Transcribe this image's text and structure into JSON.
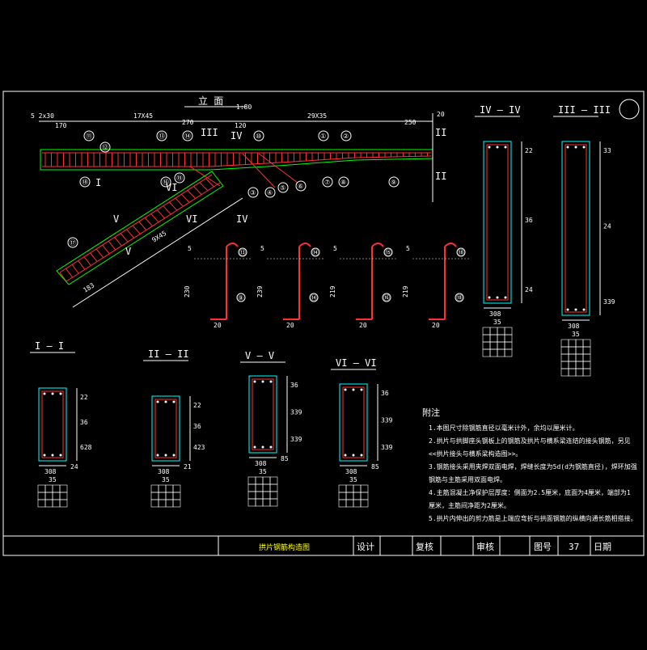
{
  "frame": {
    "title_block": {
      "drawing_name": "拱片钢筋构造图",
      "design_label": "设计",
      "review_label": "复核",
      "approve_label": "审核",
      "drawing_no_label": "图号",
      "drawing_no": "37",
      "date_label": "日期"
    }
  },
  "elevation": {
    "title": "立 面",
    "scale": "1:80",
    "dims": {
      "d_5_2x30": "5 2x30",
      "d_170": "170",
      "d_17x45": "17X45",
      "d_120": "120",
      "d_29x35": "29X35",
      "d_250": "250",
      "d_20": "20",
      "d_270": "270",
      "d_95x45": "9X45",
      "d_183": "183"
    },
    "cut_marks": {
      "I": "I",
      "II": "II",
      "III": "III",
      "IV": "IV",
      "V": "V",
      "VI": "VI"
    },
    "callouts": [
      "①",
      "②",
      "③",
      "④",
      "⑤",
      "⑥",
      "⑦",
      "⑧",
      "⑨",
      "⑩",
      "⑪",
      "⑫",
      "⑬",
      "⑭",
      "⑮",
      "⑯",
      "⑰",
      "⑱"
    ]
  },
  "bar_details": [
    {
      "dim_top": "5",
      "dim_side": "230",
      "dim_bottom": "20",
      "tag": "⑬",
      "tag2": "⑨"
    },
    {
      "dim_top": "5",
      "dim_side": "239",
      "dim_bottom": "20",
      "tag": "⑭",
      "tag2": "⑭"
    },
    {
      "dim_top": "5",
      "dim_side": "219",
      "dim_bottom": "20",
      "tag": "⑮",
      "tag2": "⑯"
    },
    {
      "dim_top": "5",
      "dim_side": "219",
      "dim_bottom": "20",
      "tag": "⑱",
      "tag2": "⑱"
    }
  ],
  "sections": {
    "s1": {
      "label": "I — I",
      "w": "308",
      "sub": "35",
      "d1": "22",
      "d2": "36",
      "d3": "628",
      "d4": "24"
    },
    "s2": {
      "label": "II — II",
      "w": "308",
      "sub": "35",
      "d1": "22",
      "d2": "36",
      "d3": "423",
      "d4": "21"
    },
    "s5": {
      "label": "V — V",
      "w": "308",
      "sub": "35",
      "d1": "36",
      "d2": "339",
      "d3": "339",
      "d4": "85"
    },
    "s6": {
      "label": "VI — VI",
      "w": "308",
      "sub": "35",
      "d1": "36",
      "d2": "339",
      "d3": "339",
      "d4": "85"
    },
    "s4": {
      "label": "IV — IV",
      "w": "308",
      "sub": "35",
      "d1": "22",
      "d2": "36",
      "d3": "24"
    },
    "s3": {
      "label": "III — III",
      "w": "308",
      "sub": "35",
      "d1": "33",
      "d2": "24",
      "d3": "339"
    }
  },
  "notes": {
    "heading": "附注",
    "items": [
      "1.本图尺寸除钢筋直径以毫米计外，余均以厘米计。",
      "2.拱片与拱脚座头钢板上的钢筋及拱片与横系梁连结的接头钢筋，另见",
      "  <<拱片接头与横系梁构造图>>。",
      "3.钢筋接头采用夹焊双面电焊，焊缝长度为5d(d为钢筋直径)，焊环加强",
      "  钢筋与主筋采用双面电焊。",
      "4.主筋混凝土净保护层厚度：侧面为2.5厘米，底面为4厘米，端部为1",
      "  厘米，主筋间净距为2厘米。",
      "5.拱片内伸出的剪力筋是上端应弯折与拱面钢筋的纵横向通长筋相搭接。"
    ]
  },
  "colors": {
    "bg": "#000000",
    "line": "#ffffff",
    "rebar": "#ff3030",
    "green": "#00ff00",
    "yellow": "#ffff00",
    "cyan": "#00ffff",
    "blue": "#4040ff"
  }
}
